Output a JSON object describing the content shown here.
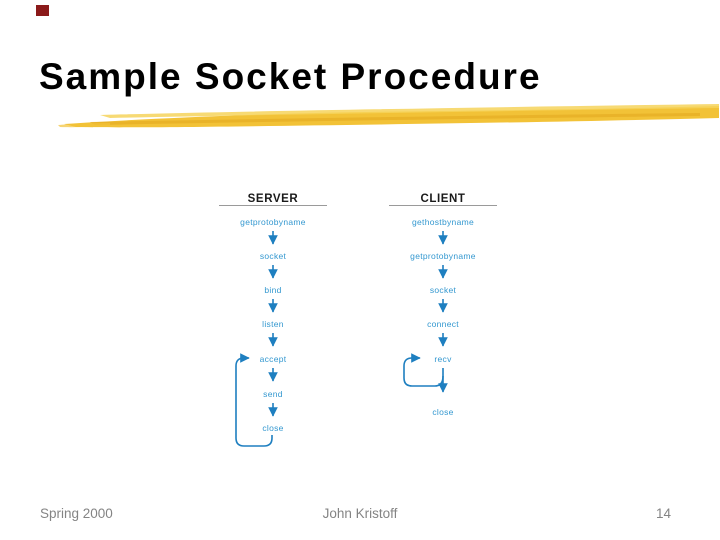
{
  "slide": {
    "title": "Sample Socket Procedure",
    "footer": {
      "left": "Spring 2000",
      "center": "John Kristoff",
      "page_number": "14"
    }
  },
  "diagram": {
    "server": {
      "header": "SERVER",
      "steps": [
        "getprotobyname",
        "socket",
        "bind",
        "listen",
        "accept",
        "send",
        "close"
      ],
      "loop_note": "close loops back to accept"
    },
    "client": {
      "header": "CLIENT",
      "steps": [
        "gethostbyname",
        "getprotobyname",
        "socket",
        "connect",
        "recv",
        "close"
      ],
      "loop_note": "recv loops back to recv"
    }
  },
  "colors": {
    "accent_square_maroon": "#8B1A1A",
    "brush_yellow": "#F2C237",
    "brush_yellow_light": "#F6D45C",
    "brush_yellow_dark": "#E3A91F",
    "step_text_blue": "#3498D0",
    "arrow_blue": "#1E7FC0",
    "header_underline_gray": "#9A9A9A",
    "footer_gray": "#848484"
  }
}
